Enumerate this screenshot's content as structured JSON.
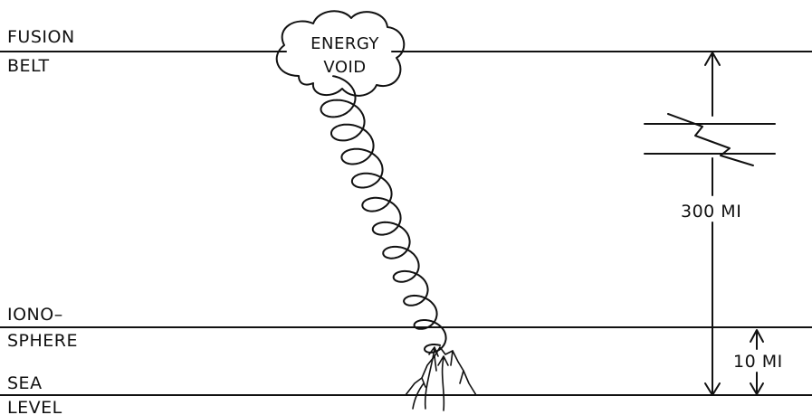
{
  "labels": {
    "fusion_belt": [
      "FUSION",
      "BELT"
    ],
    "ionosphere": [
      "IONO–",
      "SPHERE"
    ],
    "sea_level": [
      "SEA",
      "LEVEL"
    ],
    "energy_void": [
      "ENERGY",
      "VOID"
    ],
    "distance_300": "300 MI",
    "distance_10": "10 MI"
  },
  "colors": {
    "ink": "#111111",
    "background": "#ffffff"
  }
}
